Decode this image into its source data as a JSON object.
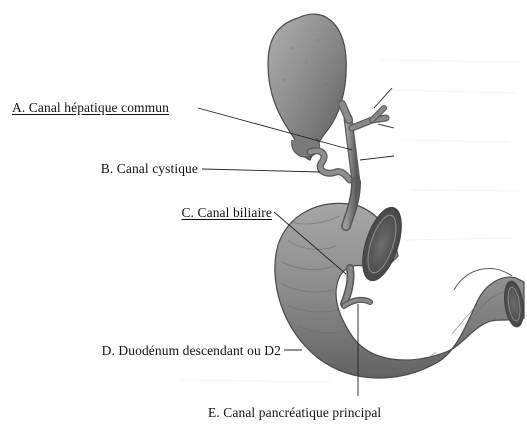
{
  "diagram": {
    "labels": {
      "a": "A. Canal hépatique commun",
      "b": "B. Canal cystique",
      "c": "C. Canal biliaire",
      "d": "D. Duodénum descendant ou D2",
      "e": "E. Canal pancréatique principal"
    },
    "colors": {
      "organ_fill": "#8a8a8a",
      "organ_dark": "#5e5e5e",
      "organ_light": "#b4b4b4",
      "leader_line": "#222222",
      "text": "#111111",
      "background": "#ffffff"
    }
  }
}
